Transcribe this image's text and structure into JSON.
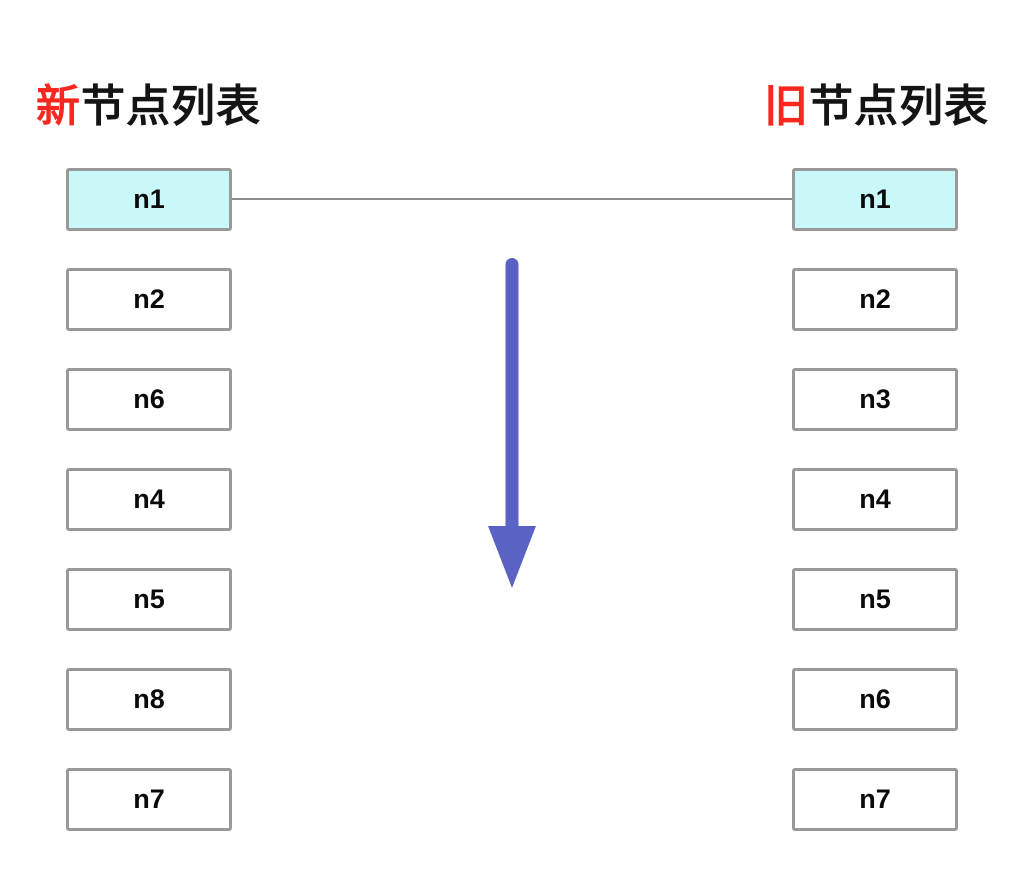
{
  "colors": {
    "highlight_fill": "#c9f8f9",
    "box_border": "#999999",
    "connector": "#8c8c8c",
    "arrow": "#5a63c3",
    "title_accent": "#f8281f"
  },
  "left_list": {
    "title_accent": "新",
    "title_rest": "节点列表",
    "nodes": [
      {
        "label": "n1",
        "highlighted": true
      },
      {
        "label": "n2",
        "highlighted": false
      },
      {
        "label": "n6",
        "highlighted": false
      },
      {
        "label": "n4",
        "highlighted": false
      },
      {
        "label": "n5",
        "highlighted": false
      },
      {
        "label": "n8",
        "highlighted": false
      },
      {
        "label": "n7",
        "highlighted": false
      }
    ]
  },
  "right_list": {
    "title_accent": "旧",
    "title_rest": "节点列表",
    "nodes": [
      {
        "label": "n1",
        "highlighted": true
      },
      {
        "label": "n2",
        "highlighted": false
      },
      {
        "label": "n3",
        "highlighted": false
      },
      {
        "label": "n4",
        "highlighted": false
      },
      {
        "label": "n5",
        "highlighted": false
      },
      {
        "label": "n6",
        "highlighted": false
      },
      {
        "label": "n7",
        "highlighted": false
      }
    ]
  },
  "connector": {
    "connects": [
      "n1",
      "n1"
    ]
  },
  "arrow_icon": "arrow-down"
}
